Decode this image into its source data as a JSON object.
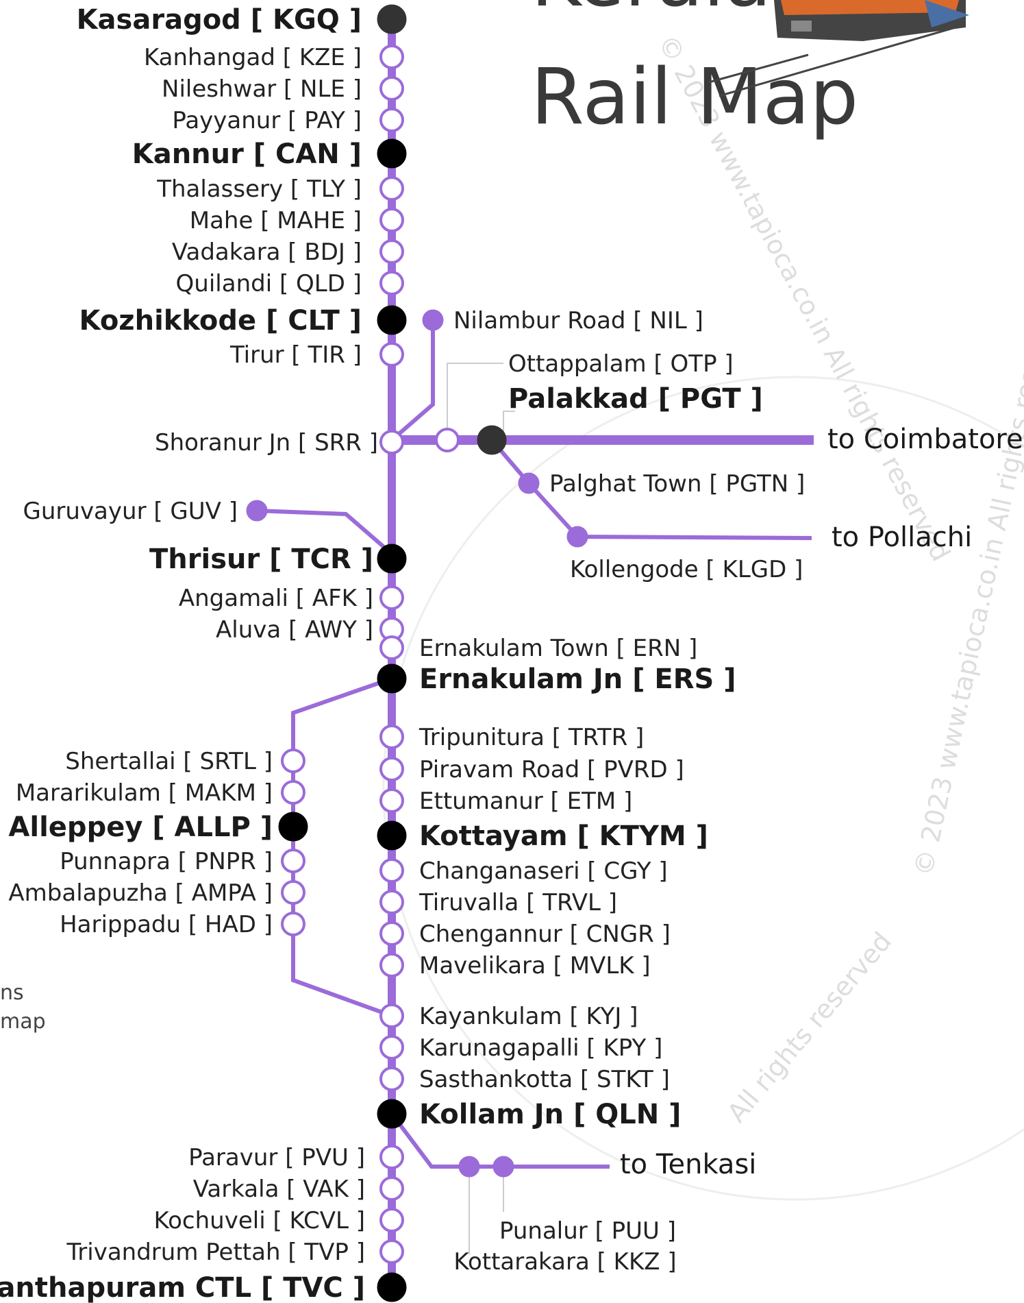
{
  "title": {
    "line1": "Kerala",
    "line2": "Rail Map"
  },
  "watermark": {
    "texts": [
      "© 2023 www.tapioca.co.in All rights reserved",
      "© 2023 www.tapioca.co.in All rights reserved",
      "All rights reserved"
    ]
  },
  "legend_fragments": [
    "ns",
    "map"
  ],
  "colors": {
    "line": "#9b6bd9",
    "major_station": "#000000",
    "junction_dark": "#333333",
    "minor_fill": "#ffffff",
    "branch_station": "#9b6bd9"
  },
  "destinations": {
    "coimbatore": "to Coimbatore",
    "pollachi": "to Pollachi",
    "tenkasi": "to Tenkasi"
  },
  "stations": {
    "main_line": [
      {
        "name": "Kasaragod [ KGQ ]",
        "type": "major-dark"
      },
      {
        "name": "Kanhangad [ KZE ]",
        "type": "minor"
      },
      {
        "name": "Nileshwar [ NLE ]",
        "type": "minor"
      },
      {
        "name": "Payyanur [ PAY ]",
        "type": "minor"
      },
      {
        "name": "Kannur [ CAN ]",
        "type": "major"
      },
      {
        "name": "Thalassery [ TLY ]",
        "type": "minor"
      },
      {
        "name": "Mahe [ MAHE ]",
        "type": "minor"
      },
      {
        "name": "Vadakara [ BDJ ]",
        "type": "minor"
      },
      {
        "name": "Quilandi [ QLD ]",
        "type": "minor"
      },
      {
        "name": "Kozhikkode [ CLT ]",
        "type": "major"
      },
      {
        "name": "Tirur [ TIR ]",
        "type": "minor"
      },
      {
        "name": "Shoranur Jn [ SRR ]",
        "type": "minor"
      },
      {
        "name": "Thrisur [ TCR ]",
        "type": "major"
      },
      {
        "name": "Angamali [ AFK ]",
        "type": "minor"
      },
      {
        "name": "Aluva [ AWY ]",
        "type": "minor"
      },
      {
        "name": "Ernakulam Town [ ERN ]",
        "type": "minor"
      },
      {
        "name": "Ernakulam Jn [ ERS ]",
        "type": "major"
      },
      {
        "name": "Tripunitura [ TRTR ]",
        "type": "minor"
      },
      {
        "name": "Piravam Road [ PVRD ]",
        "type": "minor"
      },
      {
        "name": "Ettumanur [ ETM ]",
        "type": "minor"
      },
      {
        "name": "Kottayam [ KTYM ]",
        "type": "major"
      },
      {
        "name": "Changanaseri [ CGY ]",
        "type": "minor"
      },
      {
        "name": "Tiruvalla [ TRVL ]",
        "type": "minor"
      },
      {
        "name": "Chengannur [ CNGR ]",
        "type": "minor"
      },
      {
        "name": "Mavelikara [ MVLK ]",
        "type": "minor"
      },
      {
        "name": "Kayankulam [ KYJ ]",
        "type": "minor"
      },
      {
        "name": "Karunagapalli [ KPY ]",
        "type": "minor"
      },
      {
        "name": "Sasthankotta [ STKT ]",
        "type": "minor"
      },
      {
        "name": "Kollam Jn [ QLN ]",
        "type": "major"
      },
      {
        "name": "Paravur [ PVU ]",
        "type": "minor"
      },
      {
        "name": "Varkala [ VAK ]",
        "type": "minor"
      },
      {
        "name": "Kochuveli [ KCVL ]",
        "type": "minor"
      },
      {
        "name": "Trivandrum Pettah [ TVP ]",
        "type": "minor"
      },
      {
        "name": "Thiruvananthapuram CTL [ TVC ]",
        "type": "major"
      }
    ],
    "nilambur_branch": [
      {
        "name": "Nilambur Road [ NIL ]",
        "type": "branch"
      }
    ],
    "palakkad_line": [
      {
        "name": "Ottappalam [ OTP ]",
        "type": "minor"
      },
      {
        "name": "Palakkad [ PGT ]",
        "type": "major-dark"
      }
    ],
    "pollachi_branch": [
      {
        "name": "Palghat Town [ PGTN ]",
        "type": "branch"
      },
      {
        "name": "Kollengode [ KLGD ]",
        "type": "branch"
      }
    ],
    "guruvayur_branch": [
      {
        "name": "Guruvayur [ GUV ]",
        "type": "branch"
      }
    ],
    "alleppey_line": [
      {
        "name": "Shertallai [ SRTL ]",
        "type": "minor"
      },
      {
        "name": "Mararikulam [ MAKM ]",
        "type": "minor"
      },
      {
        "name": "Alleppey [ ALLP ]",
        "type": "major"
      },
      {
        "name": "Punnapra [ PNPR ]",
        "type": "minor"
      },
      {
        "name": "Ambalapuzha [ AMPA ]",
        "type": "minor"
      },
      {
        "name": "Harippadu [ HAD ]",
        "type": "minor"
      }
    ],
    "tenkasi_line": [
      {
        "name": "Kottarakara [ KKZ ]",
        "type": "branch"
      },
      {
        "name": "Punalur [ PUU ]",
        "type": "branch"
      }
    ]
  }
}
